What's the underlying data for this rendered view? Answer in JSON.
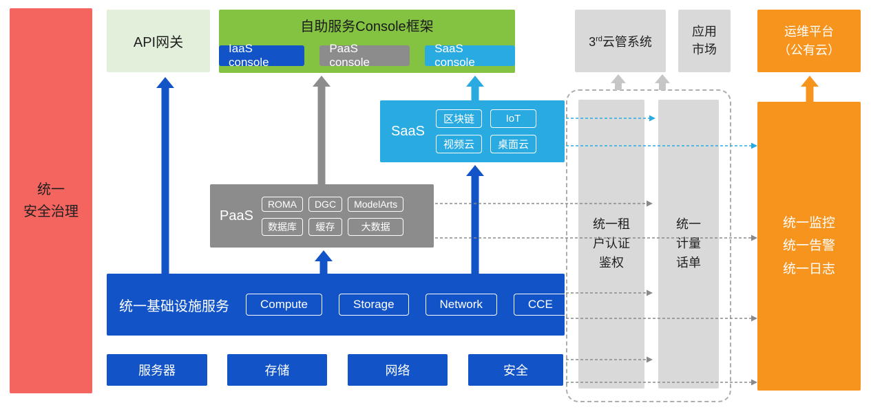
{
  "security_bar": {
    "label": "统一\n安全治理"
  },
  "api_gateway": {
    "label": "API网关"
  },
  "console_frame": {
    "title": "自助服务Console框架",
    "buttons": [
      {
        "label": "IaaS console"
      },
      {
        "label": "PaaS console"
      },
      {
        "label": "SaaS console"
      }
    ]
  },
  "third_party_cloud": {
    "prefix": "3",
    "superscript": "rd",
    "suffix": "云管系统"
  },
  "app_market": {
    "label": "应用\n市场"
  },
  "ops_platform": {
    "label": "运维平台\n（公有云）"
  },
  "saas": {
    "label": "SaaS",
    "chips": [
      "区块链",
      "IoT",
      "视频云",
      "桌面云"
    ]
  },
  "paas": {
    "label": "PaaS",
    "chips": [
      "ROMA",
      "DGC",
      "ModelArts",
      "数据库",
      "缓存",
      "大数据"
    ]
  },
  "infrastructure": {
    "label": "统一基础设施服务",
    "chips": [
      "Compute",
      "Storage",
      "Network",
      "CCE"
    ]
  },
  "hardware": {
    "items": [
      "服务器",
      "存储",
      "网络",
      "安全"
    ]
  },
  "tenant_auth": {
    "label": "统一租\n户认证\n鉴权"
  },
  "metering": {
    "label": "统一\n计量\n话单"
  },
  "monitoring": {
    "label": "统一监控\n统一告警\n统一日志"
  },
  "colors": {
    "security_red": "#F4655F",
    "api_light_green": "#E2EFDA",
    "console_green": "#84C341",
    "primary_blue": "#1254C8",
    "paas_gray": "#8C8C8C",
    "panel_light_gray": "#D9D9D9",
    "saas_cyan": "#29ABE2",
    "ops_orange": "#F7941E"
  }
}
